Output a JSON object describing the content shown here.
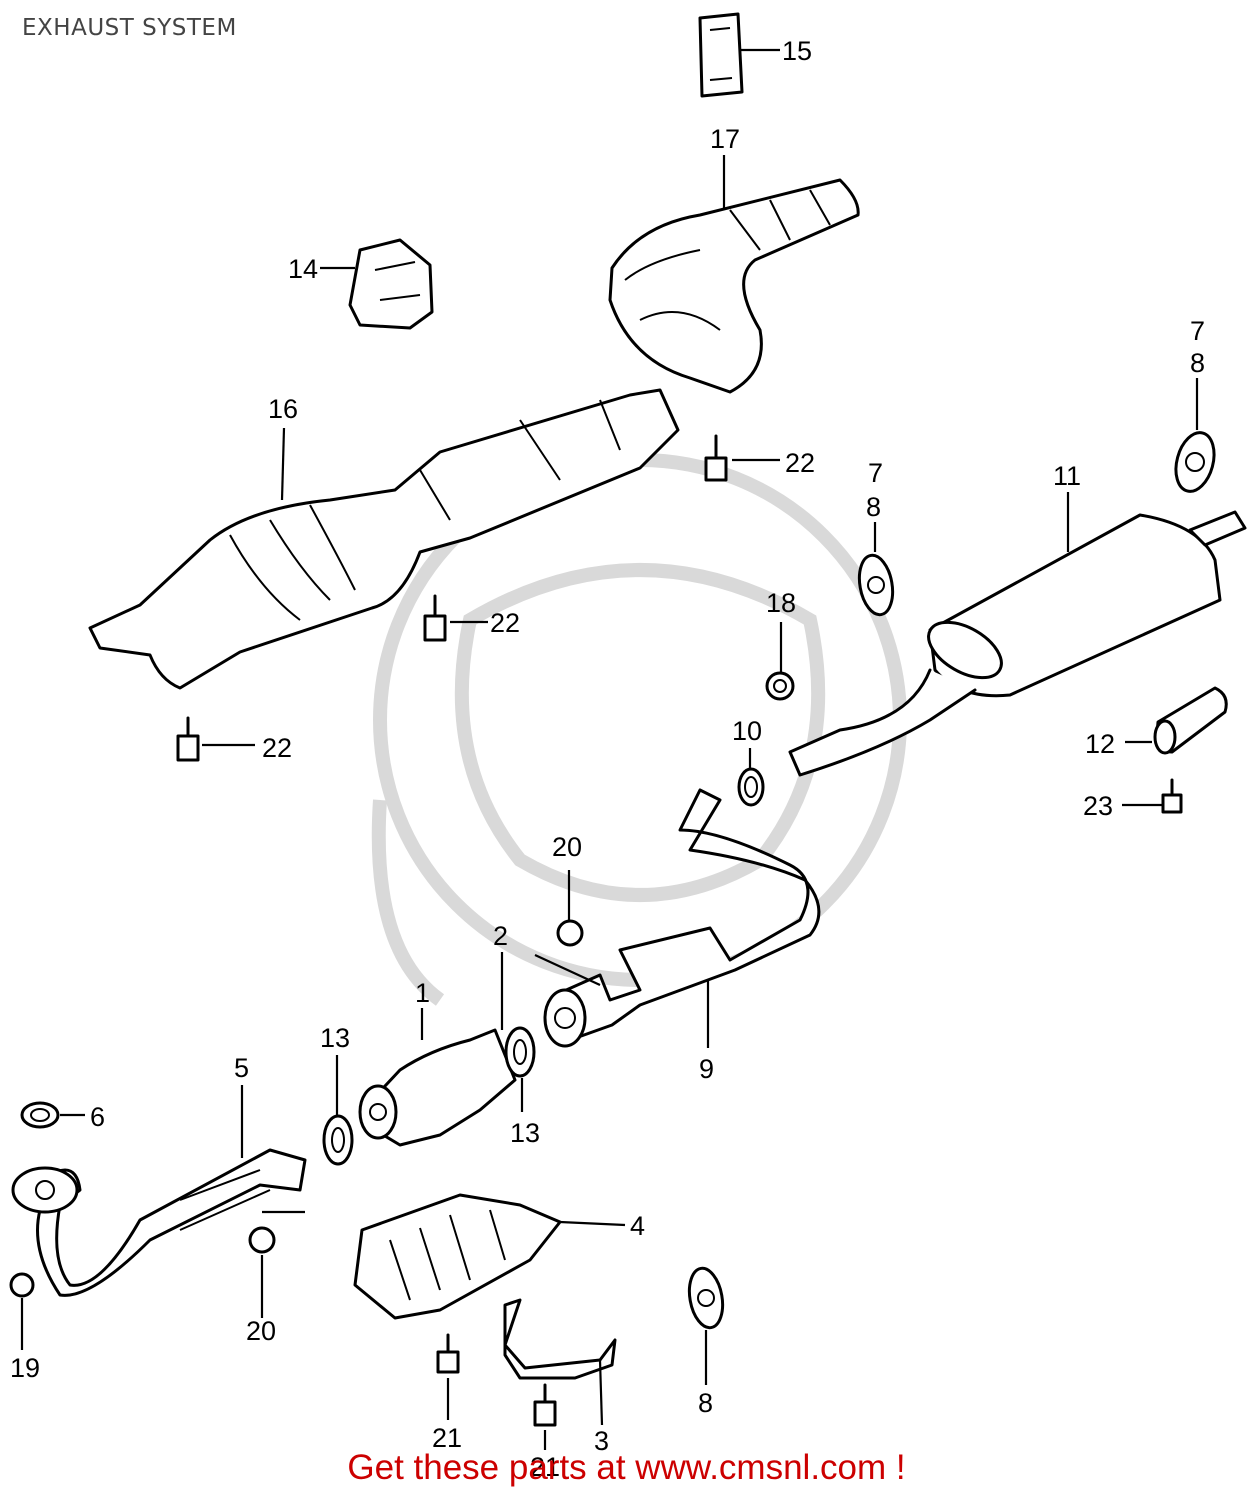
{
  "title": "EXHAUST SYSTEM",
  "callouts": [
    "1",
    "2",
    "3",
    "4",
    "5",
    "6",
    "7",
    "8",
    "9",
    "10",
    "11",
    "12",
    "13",
    "14",
    "15",
    "16",
    "17",
    "18",
    "19",
    "20",
    "21",
    "22",
    "23"
  ],
  "promo": "Get these parts at www.cmsnl.com !"
}
